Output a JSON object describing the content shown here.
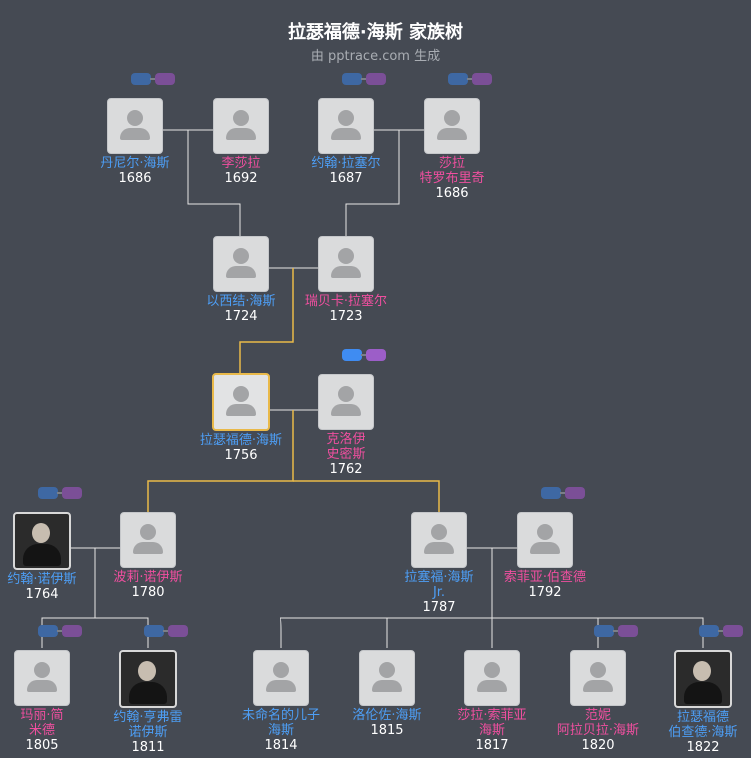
{
  "header": {
    "title": "拉瑟福德·海斯 家族树",
    "subtitle": "由 pptrace.com 生成"
  },
  "colors": {
    "background": "#454a53",
    "male": "#4d9ef5",
    "female": "#ef4f9f",
    "focus_line": "#e9b949",
    "line": "#e6e6e6"
  },
  "people": [
    {
      "id": "p1",
      "name": "丹尼尔·海斯",
      "year": "1686",
      "gender": "m"
    },
    {
      "id": "p2",
      "name": "李莎拉",
      "year": "1692",
      "gender": "f"
    },
    {
      "id": "p3",
      "name": "约翰·拉塞尔",
      "year": "1687",
      "gender": "m"
    },
    {
      "id": "p4",
      "name": "莎拉\n特罗布里奇",
      "year": "1686",
      "gender": "f"
    },
    {
      "id": "p5",
      "name": "以西结·海斯",
      "year": "1724",
      "gender": "m"
    },
    {
      "id": "p6",
      "name": "瑞贝卡·拉塞尔",
      "year": "1723",
      "gender": "f"
    },
    {
      "id": "p7",
      "name": "拉瑟福德·海斯",
      "year": "1756",
      "gender": "m",
      "focus": true
    },
    {
      "id": "p8",
      "name": "克洛伊\n史密斯",
      "year": "1762",
      "gender": "f"
    },
    {
      "id": "p9",
      "name": "约翰·诺伊斯",
      "year": "1764",
      "gender": "m",
      "photo": true
    },
    {
      "id": "p10",
      "name": "波莉·诺伊斯",
      "year": "1780",
      "gender": "f"
    },
    {
      "id": "p11",
      "name": "拉塞福·海斯\nJr.",
      "year": "1787",
      "gender": "m"
    },
    {
      "id": "p12",
      "name": "索菲亚·伯查德",
      "year": "1792",
      "gender": "f"
    },
    {
      "id": "p13",
      "name": "玛丽·简\n米德",
      "year": "1805",
      "gender": "f"
    },
    {
      "id": "p14",
      "name": "约翰·亨弗雷\n诺伊斯",
      "year": "1811",
      "gender": "m",
      "photo": true
    },
    {
      "id": "p15",
      "name": "未命名的儿子\n海斯",
      "year": "1814",
      "gender": "m"
    },
    {
      "id": "p16",
      "name": "洛伦佐·海斯",
      "year": "1815",
      "gender": "m"
    },
    {
      "id": "p17",
      "name": "莎拉·索菲亚\n海斯",
      "year": "1817",
      "gender": "f"
    },
    {
      "id": "p18",
      "name": "范妮\n阿拉贝拉·海斯",
      "year": "1820",
      "gender": "f"
    },
    {
      "id": "p19",
      "name": "拉瑟福德\n伯查德·海斯",
      "year": "1822",
      "gender": "m",
      "photo": true
    }
  ],
  "toggles": [
    {
      "id": "t1",
      "state": "off"
    },
    {
      "id": "t2",
      "state": "off"
    },
    {
      "id": "t3",
      "state": "off"
    },
    {
      "id": "t4",
      "state": "on"
    },
    {
      "id": "t5",
      "state": "off"
    },
    {
      "id": "t6",
      "state": "off"
    },
    {
      "id": "t7",
      "state": "off"
    },
    {
      "id": "t8",
      "state": "off"
    },
    {
      "id": "t9",
      "state": "off"
    },
    {
      "id": "t10",
      "state": "off"
    }
  ]
}
